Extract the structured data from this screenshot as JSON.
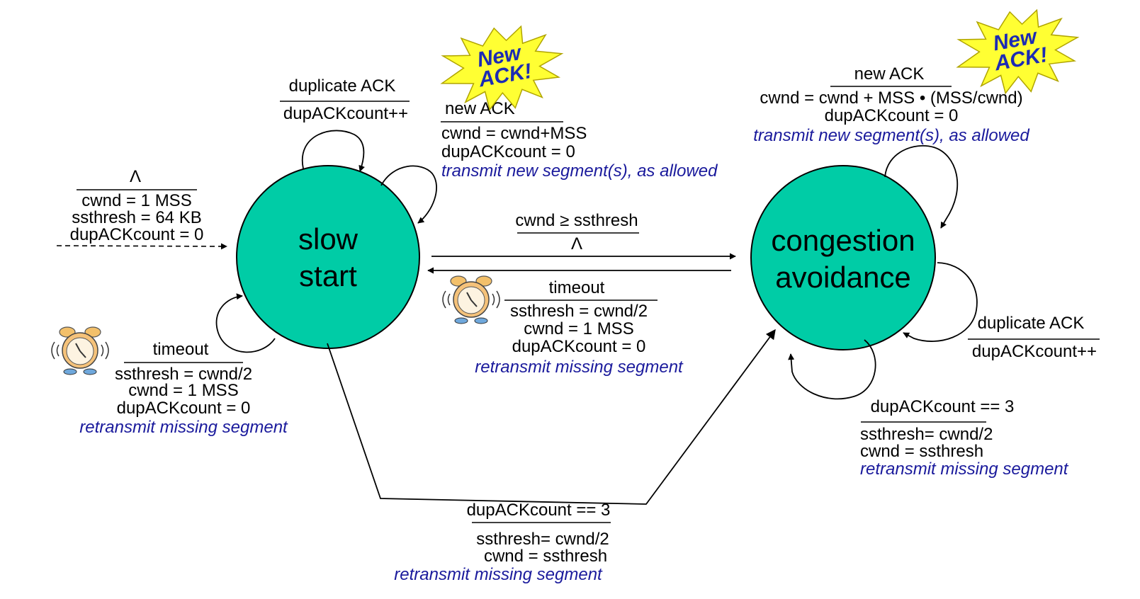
{
  "colors": {
    "state_fill": "#00cca6",
    "action_text": "#1a1a9c",
    "burst_fill": "#ffff33",
    "burst_text": "#1c2bb4"
  },
  "states": {
    "slow_start": {
      "line1": "slow",
      "line2": "start"
    },
    "congestion_avoidance": {
      "line1": "congestion",
      "line2": "avoidance"
    }
  },
  "icons": {
    "burst": "new-ack-burst-icon",
    "alarm": "alarm-clock-icon"
  },
  "bursts": {
    "line1": "New",
    "line2": "ACK!"
  },
  "transitions": {
    "init": {
      "event": "Λ",
      "actions": [
        "cwnd = 1 MSS",
        "ssthresh = 64 KB",
        "dupACKcount = 0"
      ]
    },
    "ss_dup": {
      "event": "duplicate ACK",
      "action": "dupACKcount++"
    },
    "ss_new": {
      "event": "new ACK",
      "actions": [
        "cwnd = cwnd+MSS",
        "dupACKcount = 0"
      ],
      "note": "transmit new segment(s), as allowed"
    },
    "ss_timeout": {
      "event": "timeout",
      "actions": [
        "ssthresh = cwnd/2",
        "cwnd = 1 MSS",
        "dupACKcount = 0"
      ],
      "note": "retransmit missing segment"
    },
    "ss_to_ca": {
      "event": "cwnd ≥ ssthresh",
      "action": "Λ"
    },
    "ca_timeout": {
      "event": "timeout",
      "actions": [
        "ssthresh = cwnd/2",
        "cwnd = 1 MSS",
        "dupACKcount = 0"
      ],
      "note": "retransmit missing segment"
    },
    "ss_dup3": {
      "event": "dupACKcount == 3",
      "actions": [
        "ssthresh= cwnd/2",
        "cwnd = ssthresh"
      ],
      "note": "retransmit missing segment"
    },
    "ca_new": {
      "event": "new ACK",
      "actions": [
        "cwnd = cwnd + MSS • (MSS/cwnd)",
        "dupACKcount = 0"
      ],
      "note": "transmit new segment(s), as allowed"
    },
    "ca_dup": {
      "event": "duplicate ACK",
      "action": "dupACKcount++"
    },
    "ca_dup3": {
      "event": "dupACKcount == 3",
      "actions": [
        "ssthresh= cwnd/2",
        "cwnd = ssthresh"
      ],
      "note": "retransmit missing segment"
    }
  }
}
